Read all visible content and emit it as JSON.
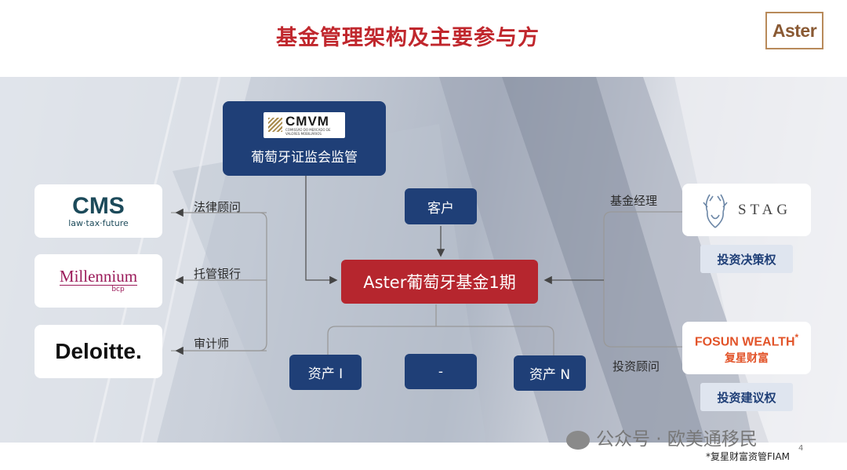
{
  "title": "基金管理架构及主要参与方",
  "brand": {
    "logo_text": "Aster",
    "color": "#8a5a34"
  },
  "colors": {
    "navy": "#1f3f77",
    "red": "#b6262e",
    "title_red": "#c0272d"
  },
  "regulator": {
    "logo_name": "CMVM",
    "logo_subtitle": "COMISSÃO DO MERCADO DE VALORES MOBILIÁRIOS",
    "label": "葡萄牙证监会监管"
  },
  "client": {
    "label": "客户"
  },
  "fund": {
    "label": "Aster葡萄牙基金1期"
  },
  "assets": [
    {
      "label": "资产 I"
    },
    {
      "label": "-"
    },
    {
      "label": "资产 N"
    }
  ],
  "providers": [
    {
      "relation": "法律顾问",
      "logo_name": "CMS",
      "logo_tagline": "law·tax·future"
    },
    {
      "relation": "托管银行",
      "logo_name": "Millennium",
      "logo_tagline": "bcp"
    },
    {
      "relation": "审计师",
      "logo_name": "Deloitte."
    }
  ],
  "advisors": [
    {
      "relation": "基金经理",
      "logo_name": "STAG",
      "badge": "投资决策权",
      "icon": "stag-antler-icon"
    },
    {
      "relation": "投资顾问",
      "logo_name": "FOSUN WEALTH",
      "logo_asterisk": "*",
      "logo_subname": "复星财富",
      "badge": "投资建议权"
    }
  ],
  "footer": {
    "watermark": "公众号 · 欧美通移民",
    "note": "*复星财富资管FIAM",
    "page_number": "4"
  }
}
